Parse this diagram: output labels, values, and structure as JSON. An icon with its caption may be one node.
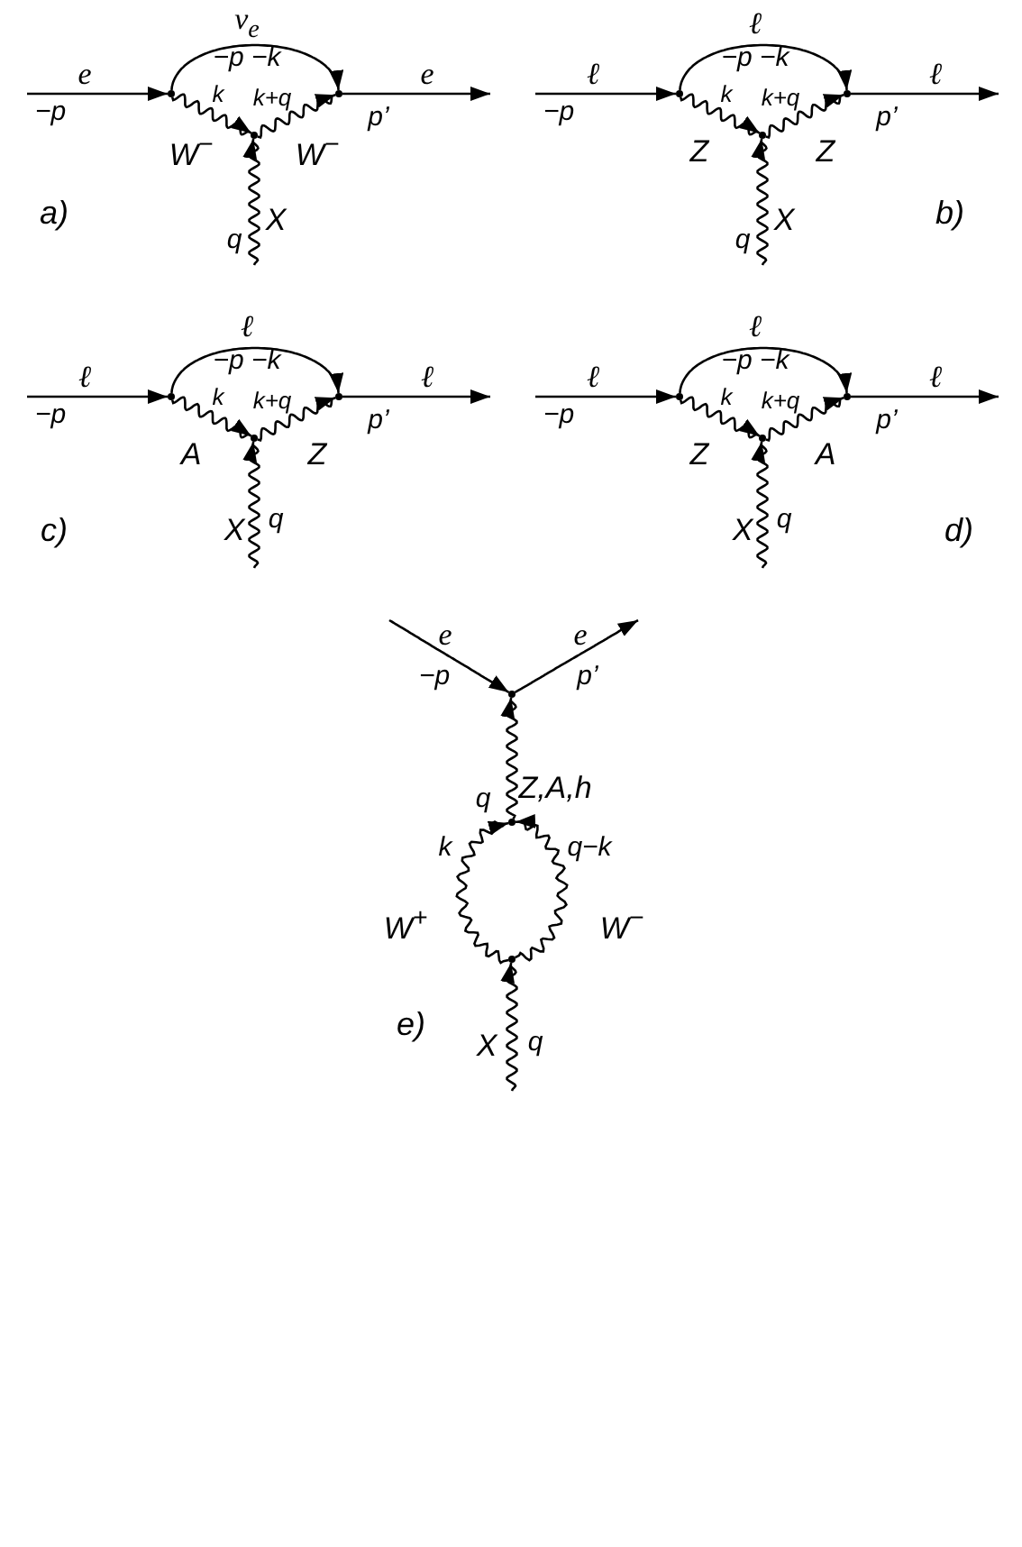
{
  "diagram": {
    "nodes": [
      {
        "text": [],
        "shape": "dot"
      },
      {
        "text": [],
        "shape": "dot"
      },
      {
        "text": [],
        "shape": "dot"
      },
      {
        "text": [],
        "shape": "dot"
      },
      {
        "text": [],
        "shape": "dot"
      },
      {
        "text": [],
        "shape": "dot"
      },
      {
        "text": [],
        "shape": "dot"
      },
      {
        "text": [],
        "shape": "dot"
      },
      {
        "text": [],
        "shape": "dot"
      },
      {
        "text": [],
        "shape": "dot"
      },
      {
        "text": [],
        "shape": "dot"
      },
      {
        "text": [],
        "shape": "dot"
      },
      {
        "text": [],
        "shape": "dot"
      },
      {
        "text": [],
        "shape": "dot"
      },
      {
        "text": [],
        "shape": "dot"
      }
    ],
    "edges": [
      {
        "from": null,
        "to": 0,
        "arrow": "to",
        "label": "e"
      },
      {
        "from": 0,
        "to": 1,
        "arrow": "to",
        "label": "ν$_{e}$"
      },
      {
        "from": 0,
        "to": 2,
        "arrow": "to",
        "label": "W$^{−}$"
      },
      {
        "from": 2,
        "to": 1,
        "arrow": "to",
        "label": "W$^{−}$"
      },
      {
        "from": 1,
        "to": null,
        "arrow": "to",
        "label": "e"
      },
      {
        "from": null,
        "to": 2,
        "arrow": "to",
        "label": "X"
      },
      {
        "from": null,
        "to": 3,
        "arrow": "to",
        "label": "ℓ"
      },
      {
        "from": 3,
        "to": 4,
        "arrow": "to",
        "label": "ℓ"
      },
      {
        "from": 3,
        "to": 5,
        "arrow": "to",
        "label": "Z"
      },
      {
        "from": 5,
        "to": 4,
        "arrow": "to",
        "label": "Z"
      },
      {
        "from": 4,
        "to": null,
        "arrow": "to",
        "label": "ℓ"
      },
      {
        "from": null,
        "to": 5,
        "arrow": "to",
        "label": "X"
      },
      {
        "from": null,
        "to": 6,
        "arrow": "to",
        "label": "ℓ"
      },
      {
        "from": 6,
        "to": 7,
        "arrow": "to",
        "label": "ℓ"
      },
      {
        "from": 6,
        "to": 8,
        "arrow": "to",
        "label": "A"
      },
      {
        "from": 8,
        "to": 7,
        "arrow": "to",
        "label": "Z"
      },
      {
        "from": 7,
        "to": null,
        "arrow": "to",
        "label": "ℓ"
      },
      {
        "from": null,
        "to": 8,
        "arrow": "to",
        "label": "X"
      },
      {
        "from": null,
        "to": 9,
        "arrow": "to",
        "label": "ℓ"
      },
      {
        "from": 9,
        "to": 10,
        "arrow": "to",
        "label": "ℓ"
      },
      {
        "from": 9,
        "to": 11,
        "arrow": "to",
        "label": "Z"
      },
      {
        "from": 11,
        "to": 10,
        "arrow": "to",
        "label": "A"
      },
      {
        "from": 10,
        "to": null,
        "arrow": "to",
        "label": "ℓ"
      },
      {
        "from": null,
        "to": 11,
        "arrow": "to",
        "label": "X"
      },
      {
        "from": null,
        "to": 12,
        "arrow": "to",
        "label": "e"
      },
      {
        "from": 12,
        "to": null,
        "arrow": "to",
        "label": "e"
      },
      {
        "from": 13,
        "to": 12,
        "arrow": "to",
        "label": "Z,A,h"
      },
      {
        "from": 14,
        "to": 13,
        "arrow": "to",
        "label": "W$^{+}$"
      },
      {
        "from": 14,
        "to": 13,
        "arrow": "to",
        "label": "W$^{−}$"
      },
      {
        "from": null,
        "to": 14,
        "arrow": "to",
        "label": "X"
      }
    ],
    "labels": [
      "−p",
      "−p −k",
      "k",
      "k+q",
      "p’",
      "q",
      "a)",
      "−p",
      "−p −k",
      "k",
      "k+q",
      "p’",
      "q",
      "b)",
      "−p",
      "−p −k",
      "k",
      "k+q",
      "p’",
      "q",
      "c)",
      "−p",
      "−p −k",
      "k",
      "k+q",
      "p’",
      "q",
      "d)",
      "−p",
      "p’",
      "q",
      "k",
      "q−k",
      "q",
      "e)"
    ]
  }
}
